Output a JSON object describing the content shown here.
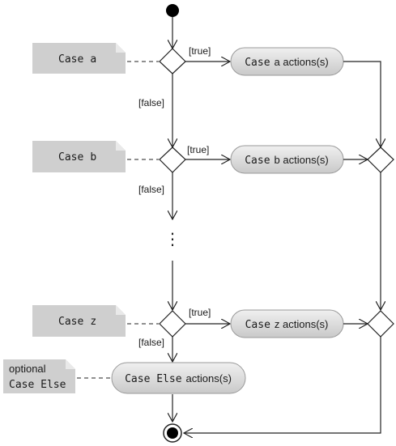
{
  "cases": [
    {
      "note_keyword": "Case",
      "note_value": "a",
      "guard_true": "[true]",
      "guard_false": "[false]",
      "action_keyword": "Case",
      "action_text": "a actions(s)"
    },
    {
      "note_keyword": "Case",
      "note_value": "b",
      "guard_true": "[true]",
      "guard_false": "[false]",
      "action_keyword": "Case",
      "action_text": "b actions(s)"
    },
    {
      "note_keyword": "Case",
      "note_value": "z",
      "guard_true": "[true]",
      "guard_false": "[false]",
      "action_keyword": "Case",
      "action_text": "z actions(s)"
    }
  ],
  "ellipsis": "⋮",
  "else_note": {
    "line1": "optional",
    "line2": "Case Else"
  },
  "else_action": {
    "keyword": "Case Else",
    "text": "actions(s)"
  }
}
